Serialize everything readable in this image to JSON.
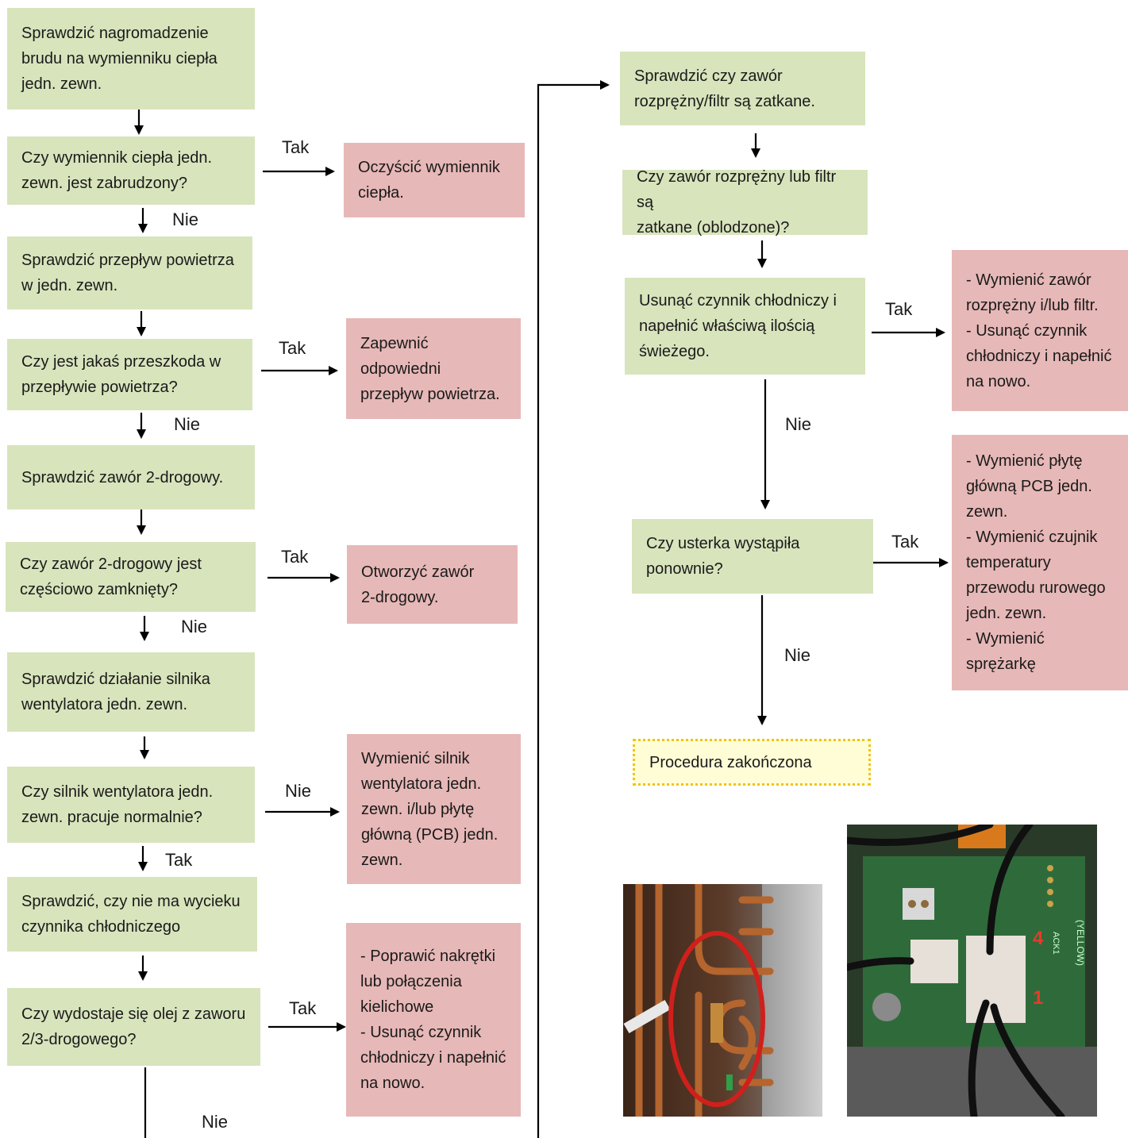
{
  "left_column": {
    "b1": "Sprawdzić nagromadzenie\nbrudu na wymienniku ciepła\njedn. zewn.",
    "b2": "Czy wymiennik ciepła jedn.\nzewn. jest zabrudzony?",
    "b3": "Sprawdzić przepływ powietrza\nw jedn. zewn.",
    "b4": "Czy jest jakaś przeszkoda w\nprzepływie powietrza?",
    "b5": "Sprawdzić zawór 2-drogowy.",
    "b6": "Czy zawór 2-drogowy jest\nczęściowo zamknięty?",
    "b7": "Sprawdzić działanie silnika\nwentylatora jedn. zewn.",
    "b8": "Czy silnik wentylatora jedn.\nzewn. pracuje normalnie?",
    "b9": "Sprawdzić, czy nie ma wycieku\nczynnika chłodniczego",
    "b10": "Czy wydostaje się olej z zaworu\n2/3-drogowego?"
  },
  "middle_column": {
    "r1": "Oczyścić wymiennik\nciepła.",
    "r2": "Zapewnić\nodpowiedni\nprzepływ powietrza.",
    "r3": "Otworzyć zawór\n2-drogowy.",
    "r4": "Wymienić silnik\nwentylatora jedn.\nzewn. i/lub płytę\ngłówną (PCB) jedn.\nzewn.",
    "r5": "- Poprawić nakrętki\nlub połączenia\nkielichowe\n- Usunąć czynnik\nchłodniczy i napełnić\nna nowo."
  },
  "right_column": {
    "g1": "Sprawdzić czy zawór\nrozprężny/filtr są zatkane.",
    "g2": "Czy zawór rozprężny lub filtr są\nzatkane (oblodzone)?",
    "g3": "Usunąć czynnik chłodniczy i\nnapełnić właściwą ilością\nświeżego.",
    "g4": "Czy usterka wystąpiła\nponownie?",
    "rr1": "- Wymienić zawór\nrozprężny i/lub filtr.\n- Usunąć czynnik\nchłodniczy i napełnić\nna nowo.",
    "rr2": "- Wymienić płytę\ngłówną PCB jedn.\nzewn.\n-  Wymienić czujnik\ntemperatury\nprzewodu rurowego\njedn. zewn.\n - Wymienić\nsprężarkę",
    "end": "Procedura zakończona"
  },
  "labels": {
    "tak1": "Tak",
    "nie1": "Nie",
    "tak2": "Tak",
    "nie2": "Nie",
    "tak3": "Tak",
    "nie3": "Nie",
    "nie4": "Nie",
    "tak4": "Tak",
    "tak5": "Tak",
    "nie5": "Nie",
    "tak6": "Tak",
    "nie6": "Nie",
    "tak7": "Tak",
    "nie7": "Nie"
  },
  "photo2_marks": {
    "m4": "4",
    "m1": "1",
    "yellow": "(YELLOW)"
  },
  "colors": {
    "green": "#d8e4bc",
    "red": "#e6b8b7",
    "end_fill": "#fefdd6",
    "end_border": "#f0c419"
  }
}
